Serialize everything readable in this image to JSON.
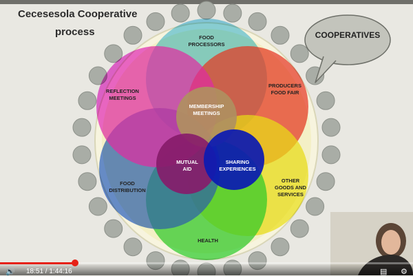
{
  "slide": {
    "title_line1": "Cecesesola Cooperative",
    "title_line2": "process",
    "callout": "COOPERATIVES"
  },
  "diagram": {
    "outer_dots": 30,
    "circles": [
      {
        "id": "food-processors",
        "label": "FOOD\nPROCESSORS",
        "color": "#5fc8ea"
      },
      {
        "id": "producers-food-fair",
        "label": "PRODUCERS\nFOOD FAIR",
        "color": "#ee3b2b"
      },
      {
        "id": "other-goods",
        "label": "OTHER\nGOODS AND\nSERVICES",
        "color": "#f2ea1c"
      },
      {
        "id": "health",
        "label": "HEALTH",
        "color": "#2fd633"
      },
      {
        "id": "food-distribution",
        "label": "FOOD\nDISTRIBUTION",
        "color": "#2f66d8"
      },
      {
        "id": "reflection-meetings",
        "label": "REFLECTION\nMEETINGS",
        "color": "#ea2fd0"
      },
      {
        "id": "membership-meetings",
        "label": "MEMBERSHIP\nMEETINGS",
        "color": "#b79a7c"
      },
      {
        "id": "mutual-aid",
        "label": "MUTUAL\nAID",
        "color": "#8d1e8a"
      },
      {
        "id": "sharing-experiences",
        "label": "SHARING\nEXPERIENCES",
        "color": "#0b1be6"
      }
    ]
  },
  "player": {
    "time": "18:51 / 1:44:16",
    "progress": 0.181
  },
  "colors": {
    "background": "#e9e8e2",
    "dots": "#a9ada6",
    "ring": "#f7f4de",
    "accent": "#e62117"
  }
}
